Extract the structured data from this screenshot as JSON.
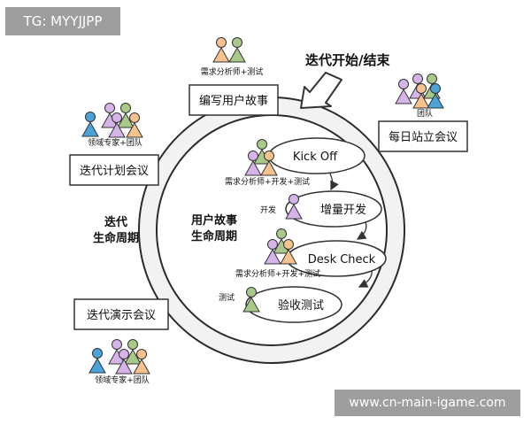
{
  "watermarks": {
    "top_left": "TG: MYYJJPP",
    "bottom_right": "www.cn-main-igame.com"
  },
  "outer_cycle": {
    "boxes": {
      "write_stories": "编写用户故事",
      "standup": "每日站立会议",
      "planning": "迭代计划会议",
      "demo": "迭代演示会议"
    },
    "people_captions": {
      "write_stories": "需求分析师+测试",
      "standup": "团队",
      "planning": "领域专家+团队",
      "demo": "领域专家+团队"
    },
    "cycle_label": [
      "迭代",
      "生命周期"
    ],
    "start_end_label": "迭代开始/结束"
  },
  "inner_cycle": {
    "cycle_label": [
      "用户故事",
      "生命周期"
    ],
    "steps": {
      "kickoff": "Kick Off",
      "develop": "增量开发",
      "desk_check": "Desk Check",
      "acceptance": "验收测试"
    },
    "step_captions": {
      "kickoff": "需求分析师+开发+测试",
      "develop": "开发",
      "desk_check": "需求分析师+开发+测试",
      "acceptance": "测试"
    }
  },
  "colors": {
    "person_green": "#a8c98a",
    "person_purple": "#d6b3e8",
    "person_blue": "#4aa3d9",
    "person_orange": "#f6c28e",
    "watermark_bg": "#9e9e9e"
  },
  "icons": [
    "person-icon",
    "arrow-down-icon"
  ]
}
